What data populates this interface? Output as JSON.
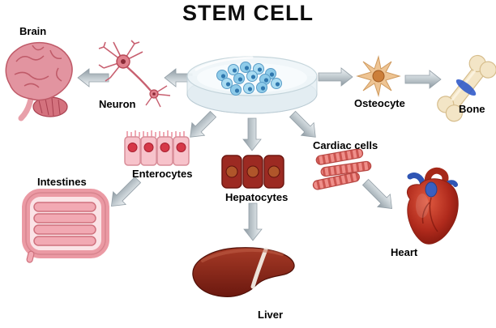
{
  "title": "STEM CELL",
  "labels": {
    "brain": "Brain",
    "neuron": "Neuron",
    "osteocyte": "Osteocyte",
    "bone": "Bone",
    "intestines": "Intestines",
    "enterocytes": "Enterocytes",
    "hepatocytes": "Hepatocytes",
    "cardiac_cells": "Cardiac cells",
    "heart": "Heart",
    "liver": "Liver"
  },
  "diagram": {
    "branches": [
      {
        "cell_type": "Neuron",
        "organ": "Brain"
      },
      {
        "cell_type": "Osteocyte",
        "organ": "Bone"
      },
      {
        "cell_type": "Enterocytes",
        "organ": "Intestines"
      },
      {
        "cell_type": "Hepatocytes",
        "organ": "Liver"
      },
      {
        "cell_type": "Cardiac cells",
        "organ": "Heart"
      }
    ]
  },
  "palette": {
    "background": "#ffffff",
    "arrow_gray": "#9aa5ad",
    "stem_cell_blue": "#8ecbe9",
    "neural_pink": "#e294a0",
    "bone_cream": "#f3e5c6",
    "osteocyte_tan": "#eec493",
    "muscle_red": "#ef8f8a",
    "liver_red": "#8a2418",
    "heart_red": "#b02a1c",
    "intestine_pink": "#f2a9b3",
    "joint_blue": "#2b57c8"
  }
}
